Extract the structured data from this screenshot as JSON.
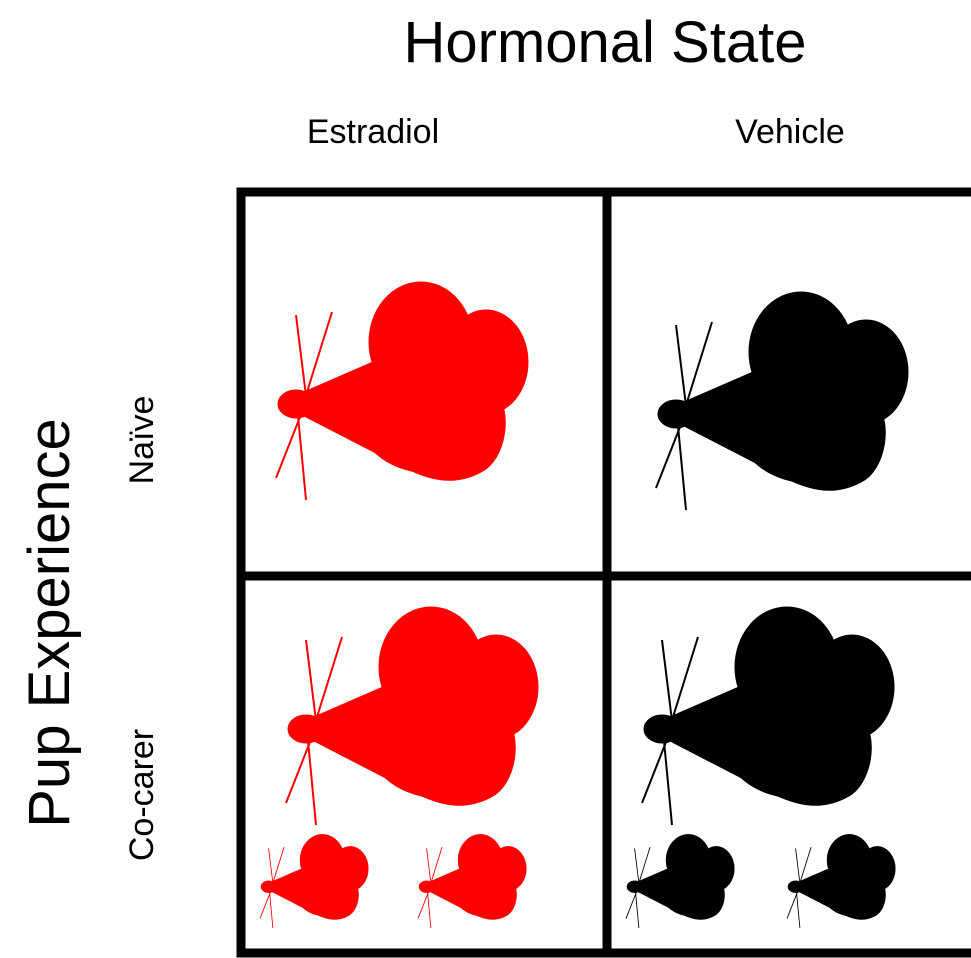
{
  "title": "Hormonal State",
  "columns": [
    "Estradiol",
    "Vehicle"
  ],
  "row_title": "Pup Experience",
  "rows": [
    "Naïve",
    "Co-carer"
  ],
  "colors": {
    "estradiol": "#ff0000",
    "vehicle": "#000000",
    "grid": "#000000"
  },
  "cells": [
    {
      "row": "Naïve",
      "column": "Estradiol",
      "adult_mice": 1,
      "pups": 0,
      "color_key": "estradiol"
    },
    {
      "row": "Naïve",
      "column": "Vehicle",
      "adult_mice": 1,
      "pups": 0,
      "color_key": "vehicle"
    },
    {
      "row": "Co-carer",
      "column": "Estradiol",
      "adult_mice": 1,
      "pups": 2,
      "color_key": "estradiol"
    },
    {
      "row": "Co-carer",
      "column": "Vehicle",
      "adult_mice": 1,
      "pups": 2,
      "color_key": "vehicle"
    }
  ]
}
